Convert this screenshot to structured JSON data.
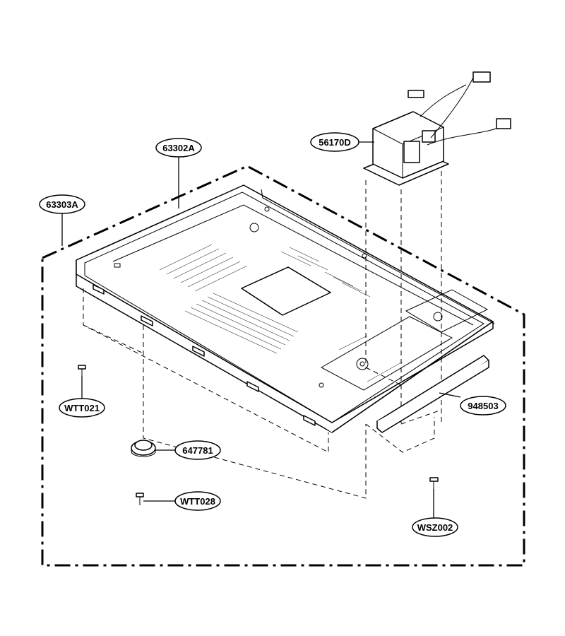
{
  "diagram": {
    "labels": {
      "p63302A": "63302A",
      "p63303A": "63303A",
      "p56170D": "56170D",
      "pWTT021": "WTT021",
      "p647781": "647781",
      "pWTT028": "WTT028",
      "p948503": "948503",
      "pWSZ002": "WSZ002"
    }
  }
}
